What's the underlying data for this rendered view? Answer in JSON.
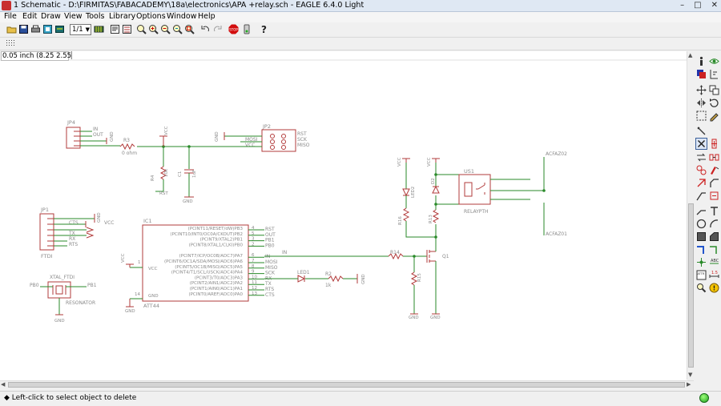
{
  "window": {
    "title": "1 Schematic - D:\\FIRMITAS\\FABACADEMY\\18a\\electronics\\APA +relay.sch - EAGLE 6.4.0 Light",
    "min_label": "–",
    "max_label": "□",
    "close_label": "✕"
  },
  "menu": [
    "File",
    "Edit",
    "Draw",
    "View",
    "Tools",
    "Library",
    "Options",
    "Window",
    "Help"
  ],
  "toolbar": {
    "sheet_select": "1/1"
  },
  "coords": {
    "readout": "0.05 inch (8.25 2.55)"
  },
  "status": {
    "message": "Left-click to select object to delete",
    "led_color": "#2ecc40"
  },
  "colors": {
    "wire": "#2a8a2a",
    "part": "#b23b3b",
    "text": "#8a8a8a",
    "accent": "#c83030"
  },
  "schematic": {
    "labels": {
      "jp4": "JP4",
      "jp4_in": "IN",
      "jp4_out": "OUT",
      "jp4_gnd": "GND",
      "r3": "R3",
      "r3_val": "0 ohm",
      "vcc1": "VCC",
      "r4": "R4",
      "r4_val": "10k",
      "rst1": "RST",
      "c1": "C1",
      "c1_val": "1uF",
      "gnd_c1": "GND",
      "jp2": "JP2",
      "jp2_gnd": "GND",
      "jp2_mosi": "MOSI",
      "jp2_vcc": "VCC",
      "jp2_rst": "RST",
      "jp2_sck": "SCK",
      "jp2_miso": "MISO",
      "jp1": "JP1",
      "jp1_gnd": "GND",
      "jp1_vcc": "VCC",
      "jp1_cts": "CTS",
      "jp1_tx": "TX",
      "jp1_rx": "RX",
      "jp1_rts": "RTS",
      "ftdi": "FTDI",
      "ic1": "IC1",
      "attiny": "ATT44",
      "ic_pins_left": [
        "(PCINT11/RESET/dW)PB3",
        "(PCINT10/INT0/OC0A/CKOUT)PB2",
        "(PCINT9/XTAL2)PB1",
        "(PCINT8/XTAL1/CLKI)PB0",
        "(PCINT7/ICP/OC0B/ADC7)PA7",
        "(PCINT6/OC1A/SDA/MOSI/ADC6)PA6",
        "(PCINT5/OC1B/MISO/ADC5)PA5",
        "(PCINT4/T1/SCL/USCK/ADC4)PA4",
        "(PCINT3/T0/ADC3)PA3",
        "(PCINT2/AIN1/ADC2)PA2",
        "(PCINT1/AIN0/ADC1)PA1",
        "(PCINT0/AREF/ADC0)PA0"
      ],
      "ic_nums": [
        "4",
        "5",
        "3",
        "2",
        "6",
        "7",
        "8",
        "9",
        "10",
        "11",
        "12",
        "13"
      ],
      "ic_nets": [
        "RST",
        "OUT",
        "PB1",
        "PB0",
        "IN",
        "MOSI",
        "MISO",
        "SCK",
        "RX",
        "TX",
        "RTS",
        "CTS"
      ],
      "ic_vcc": "VCC",
      "ic_gnd": "GND",
      "ic_vcc_num": "1",
      "ic_gnd_num": "14",
      "vcc_ic": "VCC",
      "gnd_ic": "GND",
      "xtal": "XTAL_FTDI",
      "pb0": "PB0",
      "pb1": "PB1",
      "resonator": "RESONATOR",
      "gnd_xtal": "GND",
      "led1": "LED1",
      "r2": "R2",
      "r2_val": "1k",
      "gnd_led": "GND",
      "in_net": "IN",
      "r14": "R14",
      "q1": "Q1",
      "r15": "R15",
      "gnd_r15": "GND",
      "gnd_q1": "GND",
      "vcc_led2": "VCC",
      "led2": "LED2",
      "r16": "R16",
      "vcc_d2": "VCC",
      "d2": "D2",
      "r13": "R13",
      "us1": "US1",
      "relay": "RELAYPTH",
      "acfaz02": "ACFAZ02",
      "acfaz01": "ACFAZ01"
    }
  }
}
